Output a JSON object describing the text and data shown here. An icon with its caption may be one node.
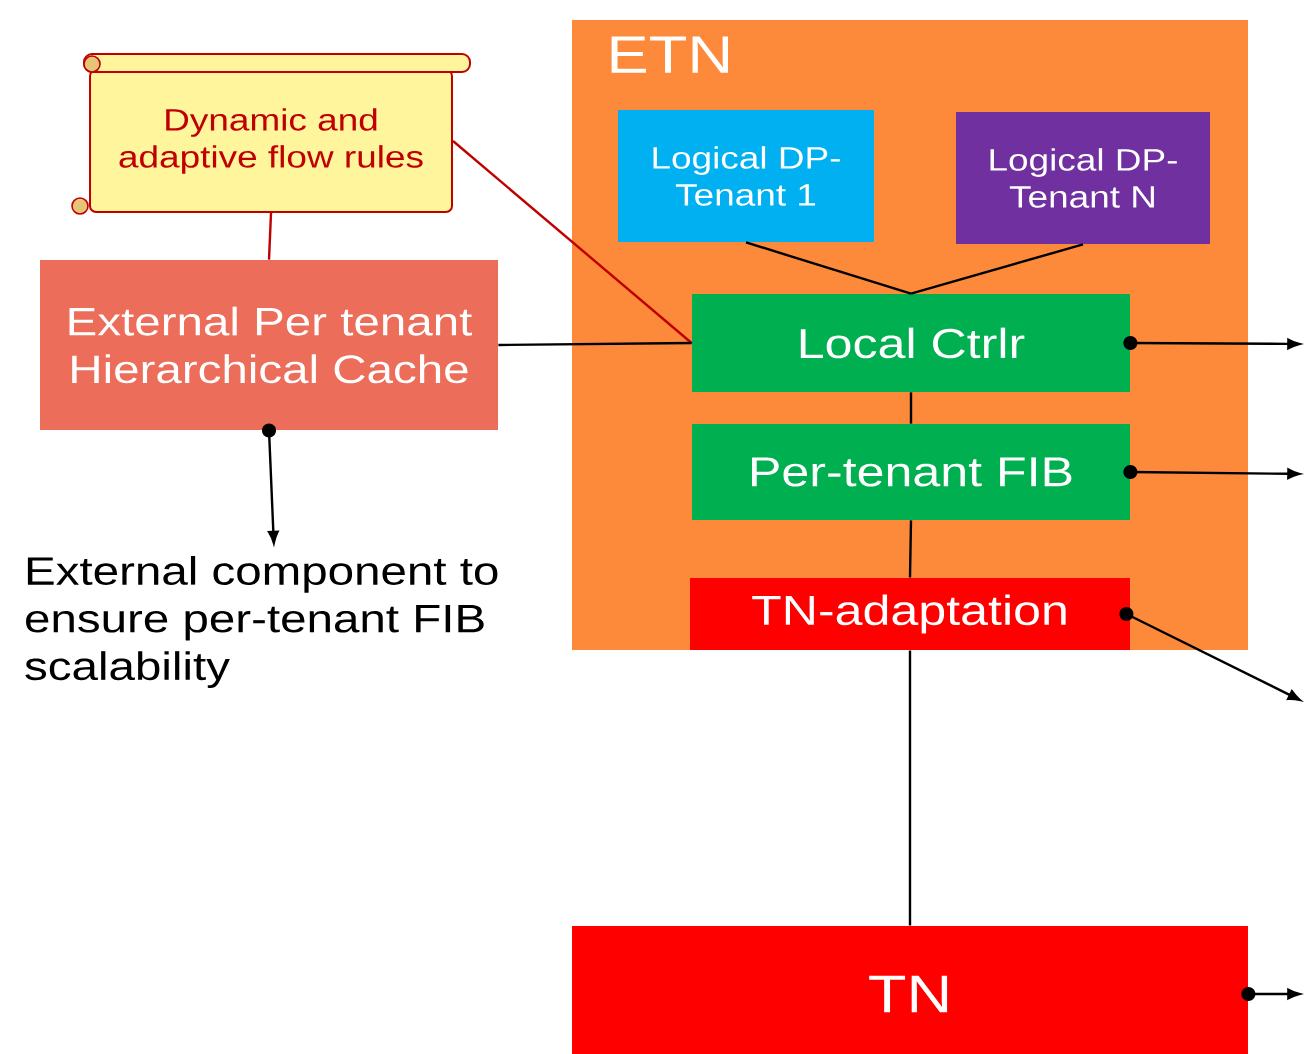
{
  "diagram": {
    "nodes": [
      {
        "text": [
          "Dynamic and adaptive flow rules"
        ]
      },
      {
        "text": [
          "External Per tenant Hierarchical Cache"
        ]
      },
      {
        "text": [
          "External component to ensure per-tenant FIB scalability"
        ]
      },
      {
        "text": [
          "ETN"
        ]
      },
      {
        "text": [
          "Logical DP-Tenant 1"
        ],
        "in": 3
      },
      {
        "text": [
          "Logical DP-Tenant N"
        ],
        "in": 3
      },
      {
        "text": [
          "Local Ctrlr"
        ],
        "in": 3
      },
      {
        "text": [
          "Per-tenant FIB"
        ],
        "in": 3
      },
      {
        "text": [
          "TN-adaptation"
        ],
        "in": 3
      },
      {
        "text": [
          "TN"
        ]
      }
    ],
    "edges": [
      {
        "from": 0,
        "to": 1,
        "arrow": "none",
        "color": "#c00000"
      },
      {
        "from": 0,
        "to": 6,
        "arrow": "none",
        "color": "#c00000"
      },
      {
        "from": 1,
        "to": 6,
        "arrow": "none"
      },
      {
        "from": 1,
        "to": 2,
        "arrow": "to"
      },
      {
        "from": 4,
        "to": 6,
        "arrow": "none"
      },
      {
        "from": 5,
        "to": 6,
        "arrow": "none"
      },
      {
        "from": 6,
        "to": 7,
        "arrow": "none"
      },
      {
        "from": 7,
        "to": 8,
        "arrow": "none"
      },
      {
        "from": 8,
        "to": 9,
        "arrow": "none"
      },
      {
        "from": 6,
        "to": null,
        "arrow": "to"
      },
      {
        "from": 7,
        "to": null,
        "arrow": "to"
      },
      {
        "from": 8,
        "to": null,
        "arrow": "to"
      },
      {
        "from": 9,
        "to": null,
        "arrow": "to"
      }
    ]
  }
}
